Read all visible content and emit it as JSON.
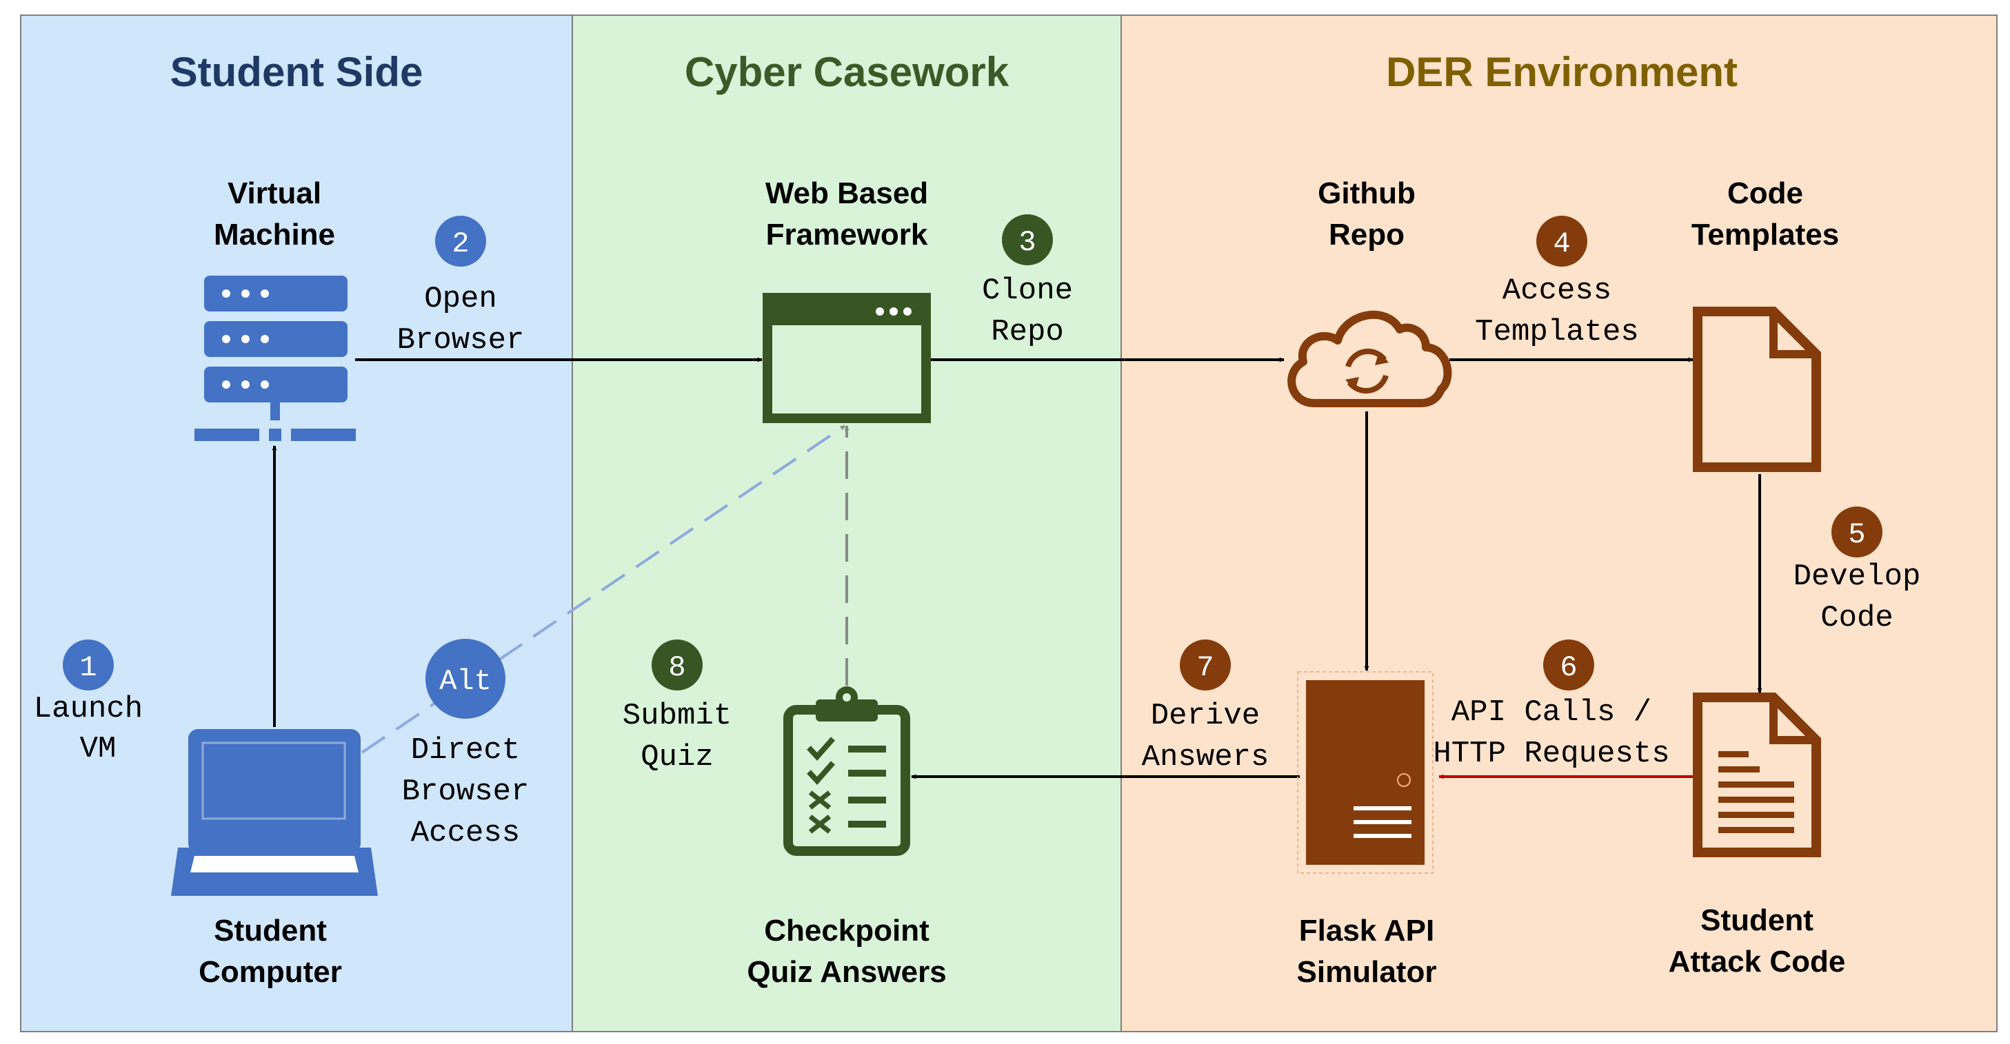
{
  "panels": {
    "student": {
      "title": "Student Side",
      "bg": "#cfe6fb",
      "color": "#1f3864"
    },
    "cyber": {
      "title": "Cyber Casework",
      "bg": "#d8f3d8",
      "color": "#3b5a27"
    },
    "der": {
      "title": "DER Environment",
      "bg": "#fde3cb",
      "color": "#7f6000"
    }
  },
  "colors": {
    "blue": "#4472c4",
    "green": "#375623",
    "brown": "#843c0c",
    "red": "#c00000"
  },
  "nodes": {
    "vm": {
      "line1": "Virtual",
      "line2": "Machine",
      "icon": "server-icon"
    },
    "computer": {
      "line1": "Student",
      "line2": "Computer",
      "icon": "laptop-icon"
    },
    "web": {
      "line1": "Web Based",
      "line2": "Framework",
      "icon": "browser-window-icon"
    },
    "quiz": {
      "line1": "Checkpoint",
      "line2": "Quiz Answers",
      "icon": "clipboard-checklist-icon"
    },
    "github": {
      "line1": "Github",
      "line2": "Repo",
      "icon": "cloud-sync-icon"
    },
    "templates": {
      "line1": "Code",
      "line2": "Templates",
      "icon": "document-icon"
    },
    "flask": {
      "line1": "Flask API",
      "line2": "Simulator",
      "icon": "server-tower-icon"
    },
    "attack": {
      "line1": "Student",
      "line2": "Attack Code",
      "icon": "document-text-icon"
    }
  },
  "steps": {
    "s1": {
      "num": "1",
      "line1": "Launch",
      "line2": "VM"
    },
    "s2": {
      "num": "2",
      "line1": "Open",
      "line2": "Browser"
    },
    "s3": {
      "num": "3",
      "line1": "Clone",
      "line2": "Repo"
    },
    "s4": {
      "num": "4",
      "line1": "Access",
      "line2": "Templates"
    },
    "s5": {
      "num": "5",
      "line1": "Develop",
      "line2": "Code"
    },
    "s6": {
      "num": "6",
      "line1": "API Calls /",
      "line2": "HTTP Requests"
    },
    "s7": {
      "num": "7",
      "line1": "Derive",
      "line2": "Answers"
    },
    "s8": {
      "num": "8",
      "line1": "Submit",
      "line2": "Quiz"
    },
    "alt": {
      "num": "Alt",
      "line1": "Direct",
      "line2": "Browser",
      "line3": "Access"
    }
  }
}
